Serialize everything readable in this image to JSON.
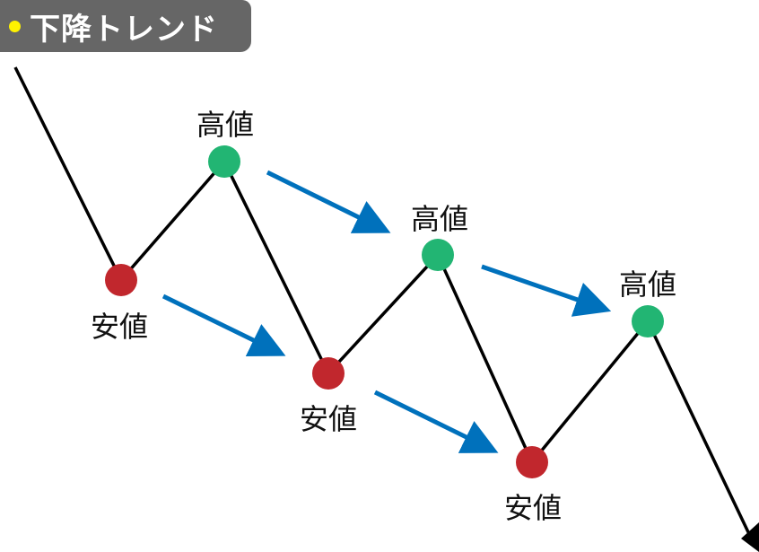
{
  "title": "下降トレンド",
  "high_label": "高値",
  "low_label": "安値",
  "colors": {
    "high": "#22b573",
    "low": "#c1272d",
    "arrow": "#0071bc",
    "badge": "#666666",
    "dot": "#fff200"
  }
}
